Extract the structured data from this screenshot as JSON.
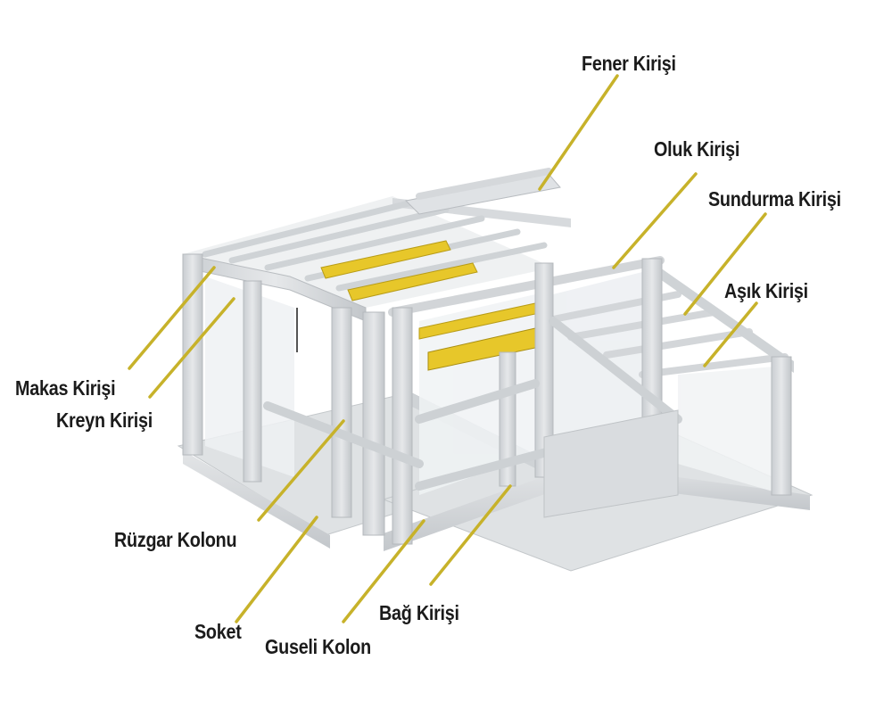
{
  "labels": {
    "fener": "Fener Kirişi",
    "oluk": "Oluk Kirişi",
    "sundurma": "Sundurma Kirişi",
    "asik": "Aşık Kirişi",
    "makas": "Makas Kirişi",
    "kreyn": "Kreyn Kirişi",
    "ruzgar": "Rüzgar Kolonu",
    "soket": "Soket",
    "guseli": "Guseli Kolon",
    "bag": "Bağ Kirişi"
  },
  "colors": {
    "leader": "#c7b22a",
    "steel": "#d9dcdf",
    "steel_dark": "#b4b8bc",
    "steel_light": "#eceef0",
    "crane": "#e7c72a",
    "glass": "#eef1f3"
  }
}
